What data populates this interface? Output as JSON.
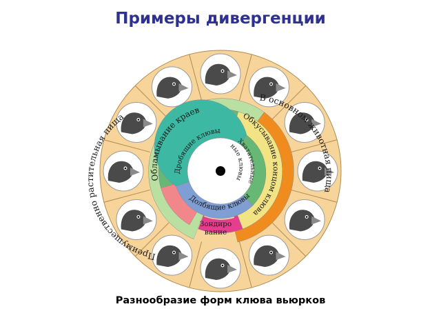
{
  "title": "Примеры дивергенции",
  "caption": "Разнообразие форм клюва вьюрков",
  "colors": {
    "title": "#2e3192",
    "outer_ring": "#f6d49a",
    "plant_food": "#b9dfa1",
    "animal_food": "#f08c1e",
    "middle_green": "#67b874",
    "middle_red": "#f2878b",
    "middle_pink": "#e63e8e",
    "middle_yellow": "#f2e485",
    "inner_teal": "#3cb8a3",
    "inner_blue": "#7f9ed3",
    "inner_white": "#ffffff"
  },
  "food_ring": {
    "plant": "Преимущественно растительная пища",
    "animal": "В основном животная пища"
  },
  "feeding_ring": {
    "edge_breaking": "Обламывание краев",
    "biting_off": "Обкусывание концом клюва",
    "probing_line1": "Зондиро",
    "probing_line2": "вание"
  },
  "beak_ring": {
    "crushing": "Дробящие клювы",
    "grasping_line1": "Хватательные",
    "grasping_line2": "ные клювы",
    "chiseling": "Долбящие клювы"
  },
  "finch_icons": [
    "finch-head-icon",
    "finch-head-icon",
    "finch-head-icon",
    "finch-head-icon",
    "finch-head-icon",
    "finch-head-icon",
    "finch-head-icon",
    "finch-head-icon",
    "finch-head-icon",
    "finch-head-icon",
    "finch-head-icon",
    "finch-head-icon"
  ]
}
